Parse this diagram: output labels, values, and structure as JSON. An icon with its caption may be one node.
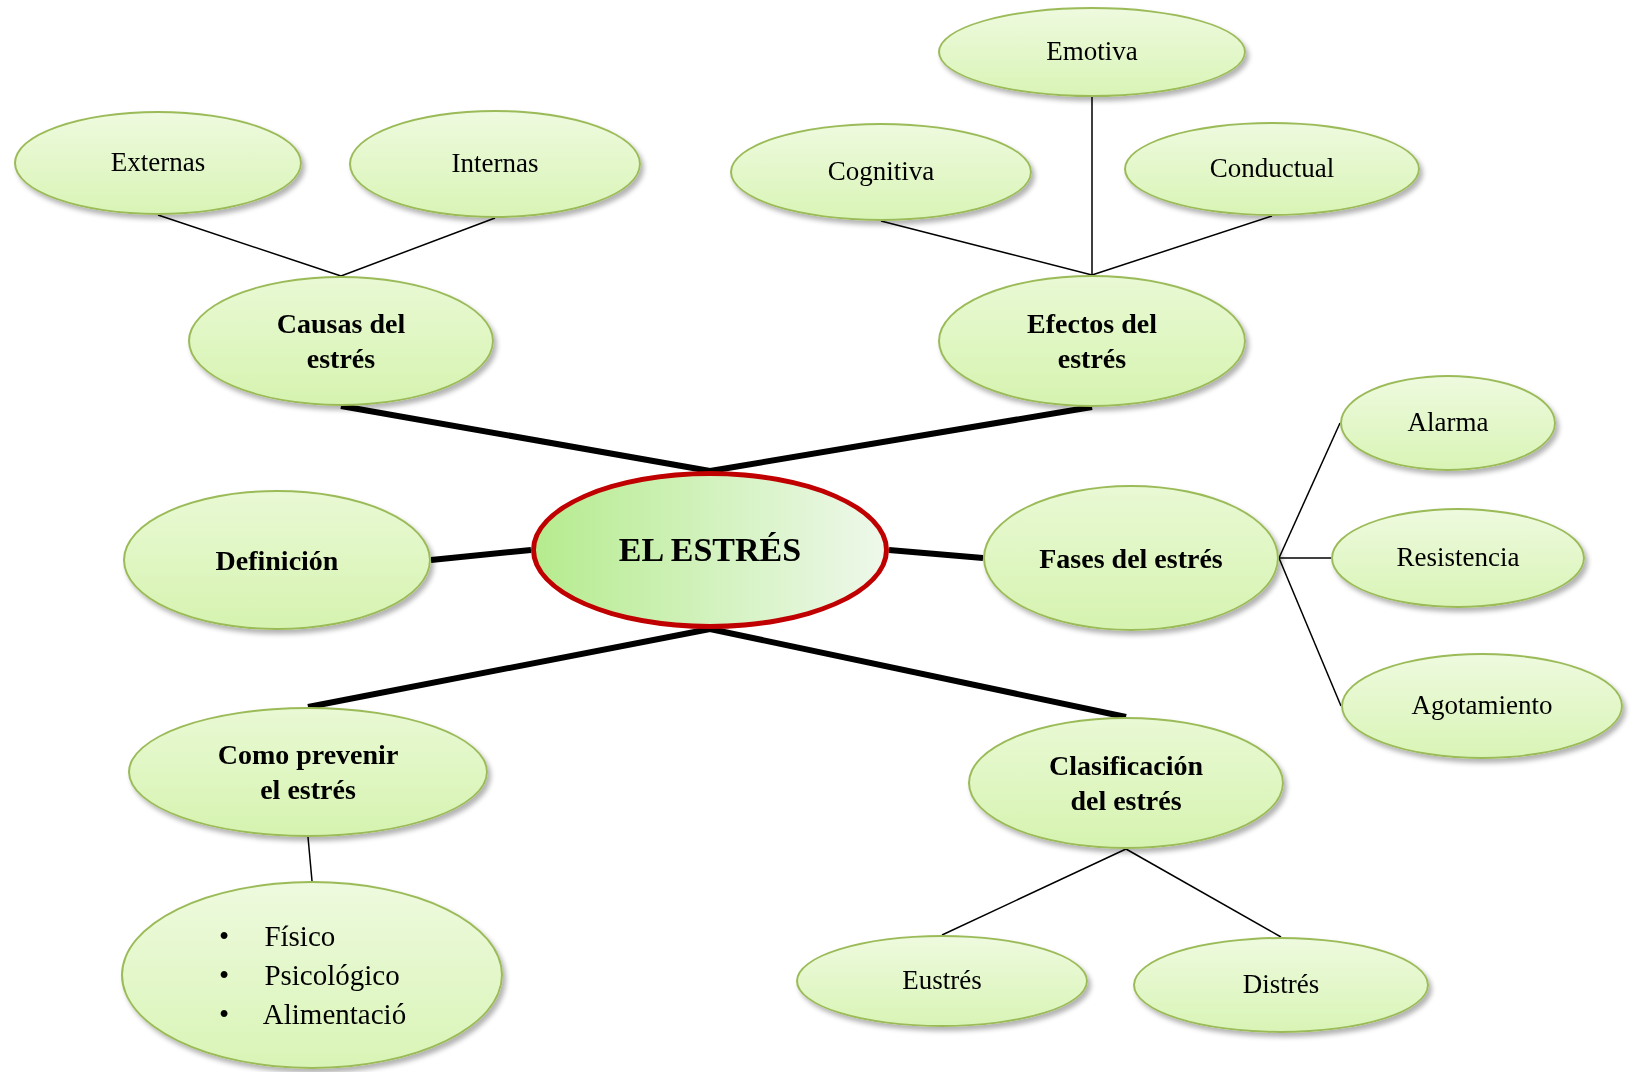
{
  "diagram": {
    "nodes": [
      {
        "text": [
          "EL ESTRÉS"
        ]
      },
      {
        "text": [
          "Causas del estrés"
        ]
      },
      {
        "text": [
          "Externas"
        ]
      },
      {
        "text": [
          "Internas"
        ]
      },
      {
        "text": [
          "Efectos del estrés"
        ]
      },
      {
        "text": [
          "Cognitiva"
        ]
      },
      {
        "text": [
          "Emotiva"
        ]
      },
      {
        "text": [
          "Conductual"
        ]
      },
      {
        "text": [
          "Definición"
        ]
      },
      {
        "text": [
          "Fases del estrés"
        ]
      },
      {
        "text": [
          "Alarma"
        ]
      },
      {
        "text": [
          "Resistencia"
        ]
      },
      {
        "text": [
          "Agotamiento"
        ]
      },
      {
        "text": [
          "Como prevenir el estrés"
        ]
      },
      {
        "text": [
          "• Físico",
          "• Psicológico",
          "• Alimentació"
        ]
      },
      {
        "text": [
          "Clasificación del estrés"
        ]
      },
      {
        "text": [
          "Eustrés"
        ]
      },
      {
        "text": [
          "Distrés"
        ]
      }
    ],
    "edges": [
      {
        "from": 0,
        "to": 1,
        "arrow": "none",
        "style": "thick"
      },
      {
        "from": 0,
        "to": 4,
        "arrow": "none",
        "style": "thick"
      },
      {
        "from": 0,
        "to": 8,
        "arrow": "none",
        "style": "thick"
      },
      {
        "from": 0,
        "to": 9,
        "arrow": "none",
        "style": "thick"
      },
      {
        "from": 0,
        "to": 13,
        "arrow": "none",
        "style": "thick"
      },
      {
        "from": 0,
        "to": 15,
        "arrow": "none",
        "style": "thick"
      },
      {
        "from": 1,
        "to": 2,
        "arrow": "none"
      },
      {
        "from": 1,
        "to": 3,
        "arrow": "none"
      },
      {
        "from": 4,
        "to": 5,
        "arrow": "none"
      },
      {
        "from": 4,
        "to": 6,
        "arrow": "none"
      },
      {
        "from": 4,
        "to": 7,
        "arrow": "none"
      },
      {
        "from": 9,
        "to": 10,
        "arrow": "none"
      },
      {
        "from": 9,
        "to": 11,
        "arrow": "none"
      },
      {
        "from": 9,
        "to": 12,
        "arrow": "none"
      },
      {
        "from": 13,
        "to": 14,
        "arrow": "none"
      },
      {
        "from": 15,
        "to": 16,
        "arrow": "none"
      },
      {
        "from": 15,
        "to": 17,
        "arrow": "none"
      }
    ]
  }
}
